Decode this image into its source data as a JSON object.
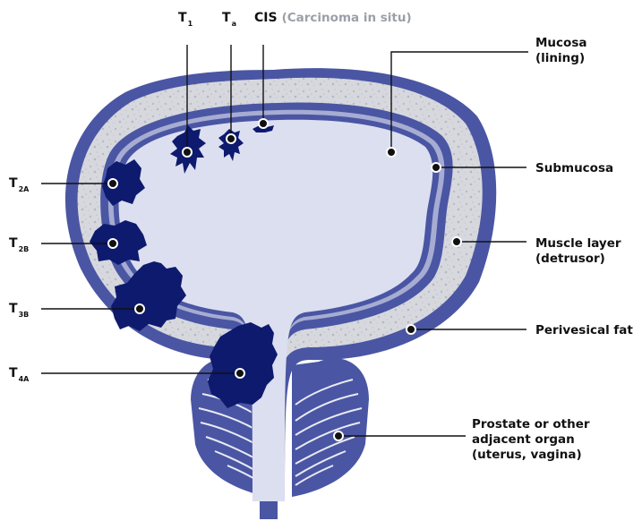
{
  "colors": {
    "wall": "#4a56a3",
    "fat": "#d4d6dc",
    "submucosa": "#a6acd2",
    "lumen": "#dcdff0",
    "tumor": "#0d1a6e",
    "leader": "#111111"
  },
  "top_labels": {
    "t1": {
      "main": "T",
      "sub": "1"
    },
    "ta": {
      "main": "T",
      "sub": "a"
    },
    "cis": {
      "main": "CIS",
      "note": "(Carcinoma in situ)"
    }
  },
  "left_labels": {
    "t2a": {
      "main": "T",
      "sub": "2A"
    },
    "t2b": {
      "main": "T",
      "sub": "2B"
    },
    "t3b": {
      "main": "T",
      "sub": "3B"
    },
    "t4a": {
      "main": "T",
      "sub": "4A"
    }
  },
  "right_labels": {
    "mucosa": [
      "Mucosa",
      "(lining)"
    ],
    "submucosa": [
      "Submucosa"
    ],
    "muscle": [
      "Muscle layer",
      "(detrusor)"
    ],
    "fat": [
      "Perivesical fat"
    ],
    "prostate": [
      "Prostate or other",
      "adjacent organ",
      "(uterus, vagina)"
    ]
  }
}
